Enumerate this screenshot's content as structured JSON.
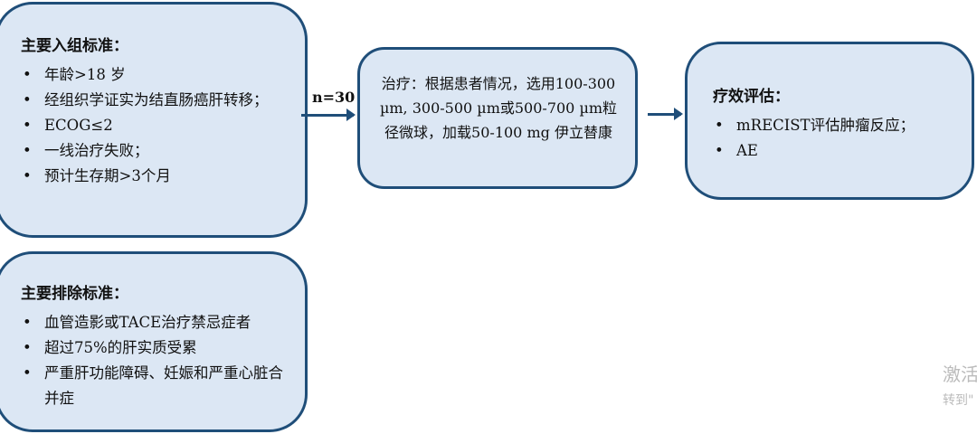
{
  "inclusion": {
    "title": "主要入组标准：",
    "items": [
      "年龄>18 岁",
      "经组织学证实为结直肠癌肝转移；",
      "ECOG≤2",
      "一线治疗失败；",
      "预计生存期>3个月"
    ]
  },
  "exclusion": {
    "title": "主要排除标准：",
    "items": [
      "血管造影或TACE治疗禁忌症者",
      "超过75%的肝实质受累",
      "严重肝功能障碍、妊娠和严重心脏合并症"
    ]
  },
  "arrow_label": "n=30",
  "treatment": {
    "text": "治疗：根据患者情况，选用100-300 µm, 300-500 µm或500-700 µm粒径微球，加载50-100 mg 伊立替康"
  },
  "evaluation": {
    "title": "疗效评估：",
    "items": [
      "mRECIST评估肿瘤反应；",
      "AE"
    ]
  },
  "watermark": {
    "line1": "激活",
    "line2": "转到\""
  }
}
